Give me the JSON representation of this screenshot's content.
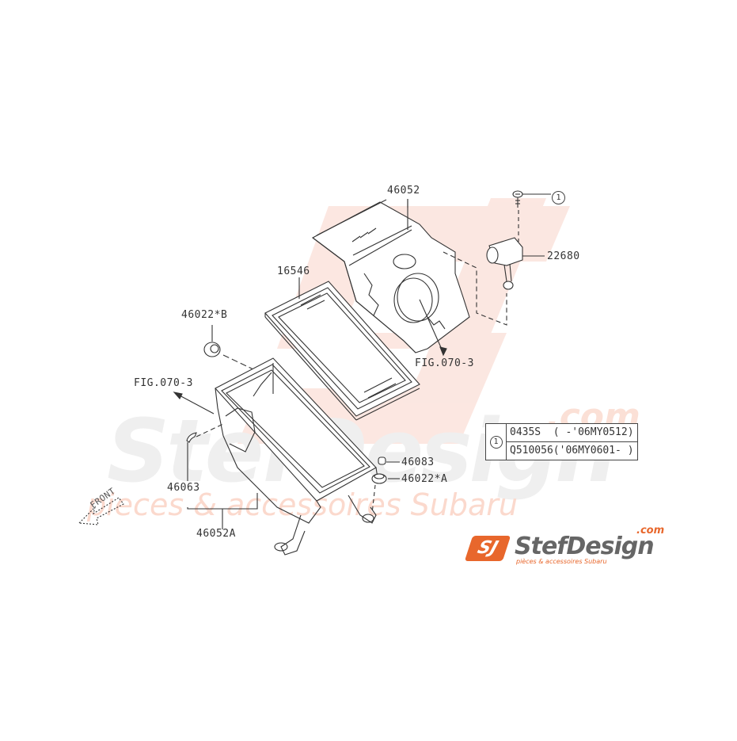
{
  "watermark": {
    "brand": "StefDesign",
    "dotcom": ".com",
    "tagline": "pieces & accessoires Subaru",
    "color": "#f3b8a8"
  },
  "diagram": {
    "title_parts": [
      {
        "id": "46052",
        "label": "46052",
        "description": "air cleaner upper case"
      },
      {
        "id": "16546",
        "label": "16546",
        "description": "air filter element"
      },
      {
        "id": "22680",
        "label": "22680",
        "description": "mass air flow sensor"
      },
      {
        "id": "46022B",
        "label": "46022*B",
        "description": "grommet"
      },
      {
        "id": "46022A",
        "label": "46022*A",
        "description": "grommet"
      },
      {
        "id": "46083",
        "label": "46083",
        "description": "bushing"
      },
      {
        "id": "46063",
        "label": "46063",
        "description": "clip"
      },
      {
        "id": "46052A",
        "label": "46052A",
        "description": "air cleaner lower case"
      }
    ],
    "fig_refs": [
      {
        "label": "FIG.070-3",
        "position": "right"
      },
      {
        "label": "FIG.070-3",
        "position": "left"
      }
    ],
    "screw_ref": "1",
    "front_label": "FRONT"
  },
  "legend": {
    "ref": "1",
    "rows": [
      "0435S  ( -'06MY0512)",
      "Q510056('06MY0601- )"
    ]
  },
  "logo": {
    "badge": "SJ",
    "name": "StefDesign",
    "dotcom": ".com",
    "tagline": "pièces & accessoires Subaru",
    "accent_color": "#e8672c",
    "text_color": "#666666"
  }
}
